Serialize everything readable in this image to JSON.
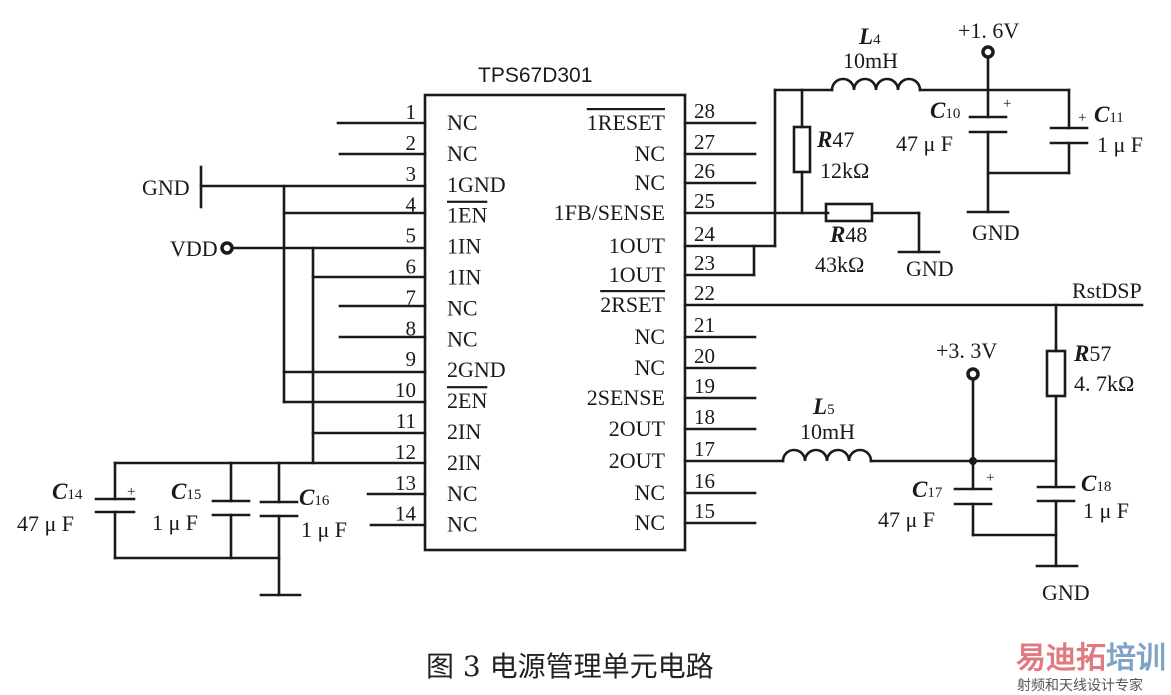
{
  "chip": {
    "name": "TPS67D301",
    "left_pins": [
      {
        "num": "1",
        "label": "NC",
        "overline": false
      },
      {
        "num": "2",
        "label": "NC",
        "overline": false
      },
      {
        "num": "3",
        "label": "1GND",
        "overline": false
      },
      {
        "num": "4",
        "label": "1EN",
        "overline": true
      },
      {
        "num": "5",
        "label": "1IN",
        "overline": false
      },
      {
        "num": "6",
        "label": "1IN",
        "overline": false
      },
      {
        "num": "7",
        "label": "NC",
        "overline": false
      },
      {
        "num": "8",
        "label": "NC",
        "overline": false
      },
      {
        "num": "9",
        "label": "2GND",
        "overline": false
      },
      {
        "num": "10",
        "label": "2EN",
        "overline": true
      },
      {
        "num": "11",
        "label": "2IN",
        "overline": false
      },
      {
        "num": "12",
        "label": "2IN",
        "overline": false
      },
      {
        "num": "13",
        "label": "NC",
        "overline": false
      },
      {
        "num": "14",
        "label": "NC",
        "overline": false
      }
    ],
    "right_pins": [
      {
        "num": "28",
        "label": "1RESET",
        "overline": true
      },
      {
        "num": "27",
        "label": "NC",
        "overline": false
      },
      {
        "num": "26",
        "label": "NC",
        "overline": false
      },
      {
        "num": "25",
        "label": "1FB/SENSE",
        "overline": false
      },
      {
        "num": "24",
        "label": "1OUT",
        "overline": false
      },
      {
        "num": "23",
        "label": "1OUT",
        "overline": false
      },
      {
        "num": "22",
        "label": "2RSET",
        "overline": true
      },
      {
        "num": "21",
        "label": "NC",
        "overline": false
      },
      {
        "num": "20",
        "label": "NC",
        "overline": false
      },
      {
        "num": "19",
        "label": "2SENSE",
        "overline": false
      },
      {
        "num": "18",
        "label": "2OUT",
        "overline": false
      },
      {
        "num": "17",
        "label": "2OUT",
        "overline": false
      },
      {
        "num": "16",
        "label": "NC",
        "overline": false
      },
      {
        "num": "15",
        "label": "NC",
        "overline": false
      }
    ]
  },
  "nets": {
    "gnd_left": "GND",
    "vdd": "VDD",
    "v16": "+1. 6V",
    "v33": "+3. 3V",
    "rstdsp": "RstDSP",
    "gnd_c10": "GND",
    "gnd_r48": "GND",
    "gnd_c18": "GND"
  },
  "components": {
    "L4": {
      "ref": "L",
      "sub": "4",
      "value": "10mH"
    },
    "L5": {
      "ref": "L",
      "sub": "5",
      "value": "10mH"
    },
    "R47": {
      "ref": "R",
      "sub": "47",
      "value": "12kΩ"
    },
    "R48": {
      "ref": "R",
      "sub": "48",
      "value": "43kΩ"
    },
    "R57": {
      "ref": "R",
      "sub": "57",
      "value": "4. 7kΩ"
    },
    "C10": {
      "ref": "C",
      "sub": "10",
      "value": "47 μ F",
      "polarized": true
    },
    "C11": {
      "ref": "C",
      "sub": "11",
      "value": "1 μ F",
      "polarized": true
    },
    "C14": {
      "ref": "C",
      "sub": "14",
      "value": "47 μ F",
      "polarized": true
    },
    "C15": {
      "ref": "C",
      "sub": "15",
      "value": "1 μ F",
      "polarized": false
    },
    "C16": {
      "ref": "C",
      "sub": "16",
      "value": "1 μ F",
      "polarized": false
    },
    "C17": {
      "ref": "C",
      "sub": "17",
      "value": "47 μ F",
      "polarized": true
    },
    "C18": {
      "ref": "C",
      "sub": "18",
      "value": "1 μ F",
      "polarized": false
    }
  },
  "plus_sign": "+",
  "caption": "图 3  电源管理单元电路",
  "watermark": {
    "title_a": "易迪拓",
    "title_b": "培训",
    "subtitle": "射频和天线设计专家",
    "color_a": "#e07a80",
    "color_b": "#7fa3c8"
  }
}
